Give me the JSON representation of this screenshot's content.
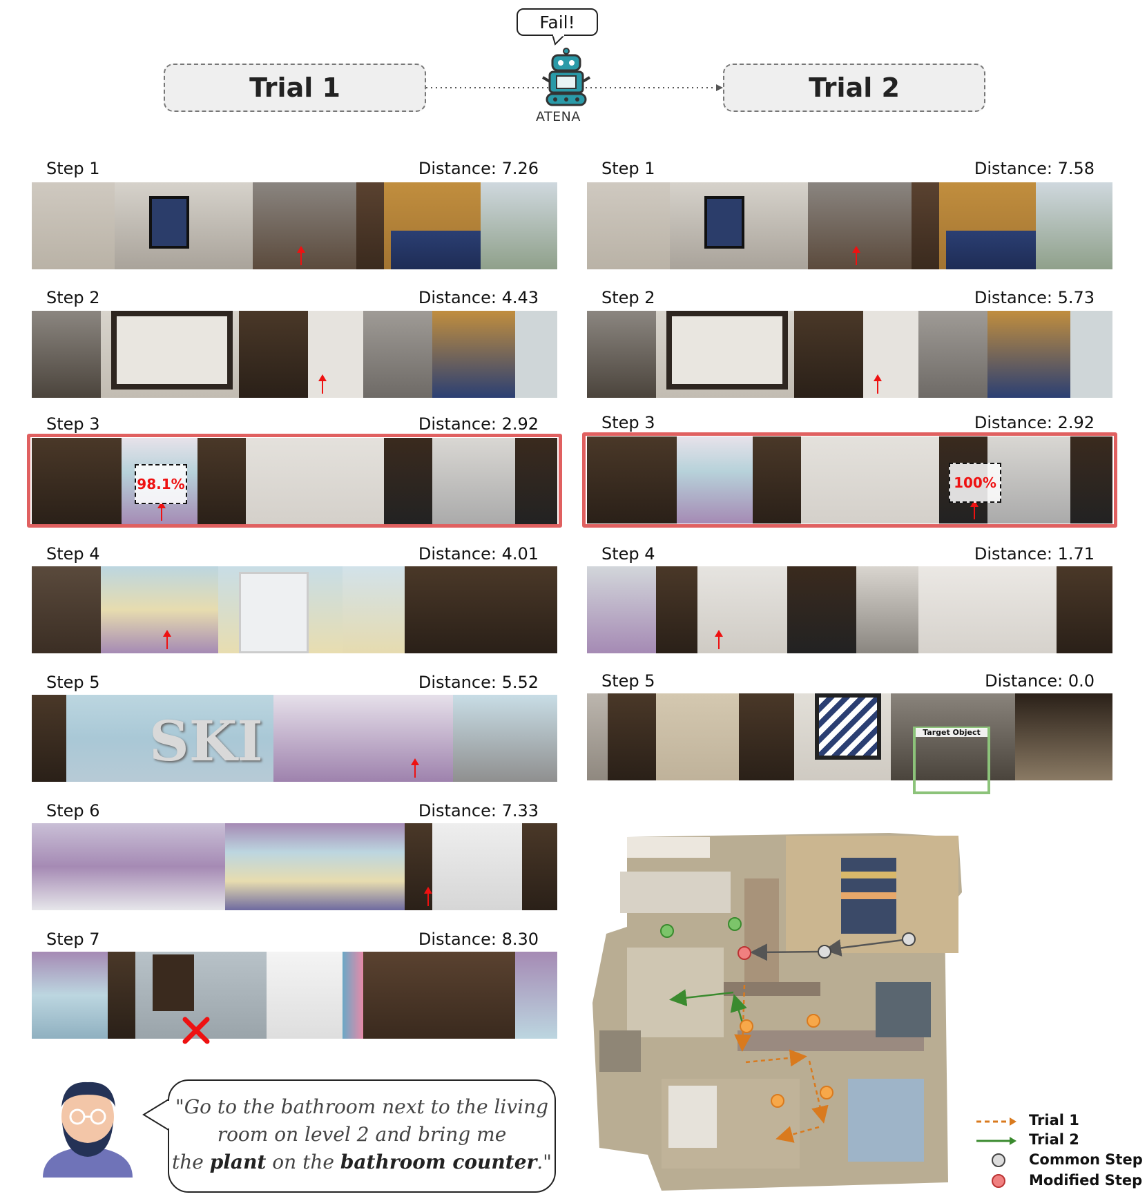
{
  "header": {
    "trial1_label": "Trial 1",
    "trial2_label": "Trial 2",
    "speech_text": "Fail!",
    "agent_name": "ATENA"
  },
  "trial1": {
    "steps": [
      {
        "label": "Step 1",
        "distance": "Distance: 7.26"
      },
      {
        "label": "Step 2",
        "distance": "Distance: 4.43"
      },
      {
        "label": "Step 3",
        "distance": "Distance: 2.92",
        "confidence": "98.1%"
      },
      {
        "label": "Step 4",
        "distance": "Distance: 4.01"
      },
      {
        "label": "Step 5",
        "distance": "Distance: 5.52"
      },
      {
        "label": "Step 6",
        "distance": "Distance: 7.33"
      },
      {
        "label": "Step 7",
        "distance": "Distance: 8.30"
      }
    ]
  },
  "trial2": {
    "steps": [
      {
        "label": "Step 1",
        "distance": "Distance: 7.58"
      },
      {
        "label": "Step 2",
        "distance": "Distance: 5.73"
      },
      {
        "label": "Step 3",
        "distance": "Distance: 2.92",
        "confidence": "100%"
      },
      {
        "label": "Step 4",
        "distance": "Distance: 1.71"
      },
      {
        "label": "Step 5",
        "distance": "Distance: 0.0",
        "target_label": "Target Object"
      }
    ]
  },
  "instruction": {
    "line1": "\"Go to the bathroom next to the living",
    "line2": "room on level 2 and bring me",
    "line3_pre": "the ",
    "line3_bold1": "plant",
    "line3_mid": " on the ",
    "line3_bold2": "bathroom counter",
    "line3_post": ".\""
  },
  "legend": {
    "trial1": "Trial 1",
    "trial2": "Trial 2",
    "common": "Common Step",
    "modified": "Modified Step"
  },
  "colors": {
    "trial1": "#d97a1e",
    "trial2": "#3a8a2e",
    "common": "#dddddd",
    "modified": "#f08080",
    "highlight": "#e06060"
  }
}
